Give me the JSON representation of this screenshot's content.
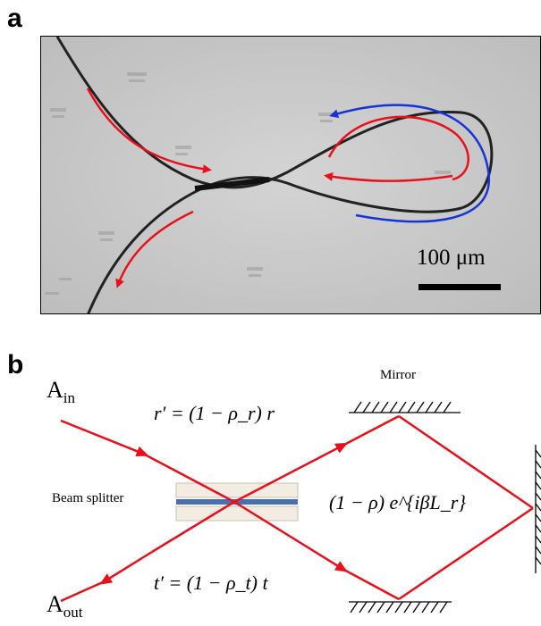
{
  "panel_a": {
    "label": "a",
    "scale_bar_text": "100 μm"
  },
  "panel_b": {
    "label": "b",
    "mirror_label": "Mirror",
    "beam_splitter_label": "Beam splitter",
    "input_prefix": "A",
    "input_subscript": "in",
    "output_prefix": "A",
    "output_subscript": "out",
    "reflection_eq": "r′ = (1 − ρ_r) r",
    "transmission_eq": "t′ = (1 − ρ_t) t",
    "loop_eq": "(1 − ρ) e^{iβL_r}"
  },
  "colors": {
    "beam": "#e8101a",
    "blue_arrow": "#1533d6",
    "beam_splitter": "#4a6fb0",
    "fiber": "#222222"
  }
}
